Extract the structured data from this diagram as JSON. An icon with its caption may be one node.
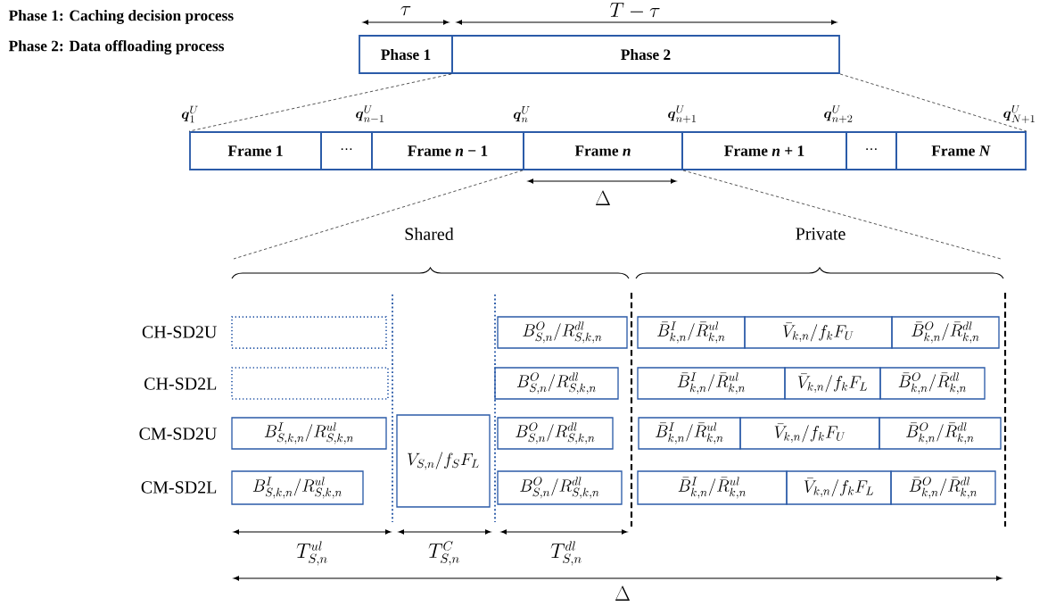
{
  "diagram": {
    "nodes": [
      {
        "text": [
          "Phase 1"
        ]
      },
      {
        "text": [
          "Phase 2"
        ]
      },
      {
        "text": [
          "Frame 1"
        ]
      },
      {
        "text": [
          "⋯"
        ]
      },
      {
        "text": [
          "Frame *n* − 1"
        ]
      },
      {
        "text": [
          "Frame *n*"
        ]
      },
      {
        "text": [
          "Frame *n* + 1"
        ]
      },
      {
        "text": [
          "⋯"
        ]
      },
      {
        "text": [
          "Frame *N*"
        ]
      },
      {
        "text": [],
        "shape": "box"
      },
      {
        "text": [
          "B^{O}_{S,n}/R^{dl}_{S,k,n}"
        ]
      },
      {
        "text": [
          "\\bar{B}^{I}_{k,n}/\\bar{R}^{ul}_{k,n}"
        ]
      },
      {
        "text": [
          "\\bar{V}_{k,n}/f_{k}F_{U}"
        ]
      },
      {
        "text": [
          "\\bar{B}^{O}_{k,n}/\\bar{R}^{dl}_{k,n}"
        ]
      },
      {
        "text": [],
        "shape": "box"
      },
      {
        "text": [
          "B^{O}_{S,n}/R^{dl}_{S,k,n}"
        ]
      },
      {
        "text": [
          "\\bar{B}^{I}_{k,n}/\\bar{R}^{ul}_{k,n}"
        ]
      },
      {
        "text": [
          "\\bar{V}_{k,n}/f_{k}F_{L}"
        ]
      },
      {
        "text": [
          "\\bar{B}^{O}_{k,n}/\\bar{R}^{dl}_{k,n}"
        ]
      },
      {
        "text": [
          "B^{I}_{S,k,n}/R^{ul}_{S,k,n}"
        ]
      },
      {
        "text": [
          "V_{S,n}/f_{S}F_{L}"
        ]
      },
      {
        "text": [
          "B^{O}_{S,n}/R^{dl}_{S,k,n}"
        ]
      },
      {
        "text": [
          "\\bar{B}^{I}_{k,n}/\\bar{R}^{ul}_{k,n}"
        ]
      },
      {
        "text": [
          "\\bar{V}_{k,n}/f_{k}F_{U}"
        ]
      },
      {
        "text": [
          "\\bar{B}^{O}_{k,n}/\\bar{R}^{dl}_{k,n}"
        ]
      },
      {
        "text": [
          "B^{I}_{S,k,n}/R^{ul}_{S,k,n}"
        ]
      },
      {
        "text": [
          "B^{O}_{S,n}/R^{dl}_{S,k,n}"
        ]
      },
      {
        "text": [
          "\\bar{B}^{I}_{k,n}/\\bar{R}^{ul}_{k,n}"
        ]
      },
      {
        "text": [
          "\\bar{V}_{k,n}/f_{k}F_{L}"
        ]
      },
      {
        "text": [
          "\\bar{B}^{O}_{k,n}/\\bar{R}^{dl}_{k,n}"
        ]
      }
    ],
    "edges": [
      {
        "from": 1,
        "to": 2,
        "arrow": "none",
        "style": "dashed"
      },
      {
        "from": 1,
        "to": 8,
        "arrow": "none",
        "style": "dashed"
      },
      {
        "from": 5,
        "to": null,
        "arrow": "none",
        "style": "dashed"
      },
      {
        "from": 5,
        "to": null,
        "arrow": "none",
        "style": "dashed"
      }
    ],
    "labels": [
      "Phase 1: Caching decision process",
      "Phase 2: Data offloading process",
      "\\tau",
      "T-\\tau",
      "\\boldsymbol{q}^{U}_{1}",
      "\\boldsymbol{q}^{U}_{n-1}",
      "\\boldsymbol{q}^{U}_{n}",
      "\\boldsymbol{q}^{U}_{n+1}",
      "\\boldsymbol{q}^{U}_{n+2}",
      "\\boldsymbol{q}^{U}_{N+1}",
      "\\Delta",
      "Shared",
      "Private",
      "CH-SD2U",
      "CH-SD2L",
      "CM-SD2U",
      "CM-SD2L",
      "T^{ul}_{S,n}",
      "T^{C}_{S,n}",
      "T^{dl}_{S,n}",
      "\\Delta"
    ]
  }
}
